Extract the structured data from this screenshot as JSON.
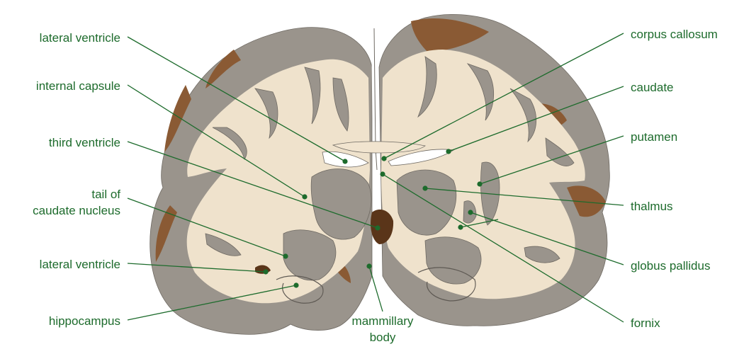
{
  "labels": {
    "lateral_ventricle_top": "lateral ventricle",
    "internal_capsule": "internal capsule",
    "third_ventricle": "third ventricle",
    "tail_of_caudate_line1": "tail of",
    "tail_of_caudate_line2": "caudate nucleus",
    "lateral_ventricle_bottom": "lateral ventricle",
    "hippocampus": "hippocampus",
    "mammillary_line1": "mammillary",
    "mammillary_line2": "body",
    "corpus_callosum": "corpus callosum",
    "caudate": "caudate",
    "putamen": "putamen",
    "thalmus": "thalmus",
    "globus_pallidus": "globus pallidus",
    "fornix": "fornix"
  },
  "colors": {
    "label_green": "#1d6b2c",
    "gray_matter": "#9a948c",
    "white_matter": "#efe2cc",
    "brown_surface": "#8a5a34"
  }
}
